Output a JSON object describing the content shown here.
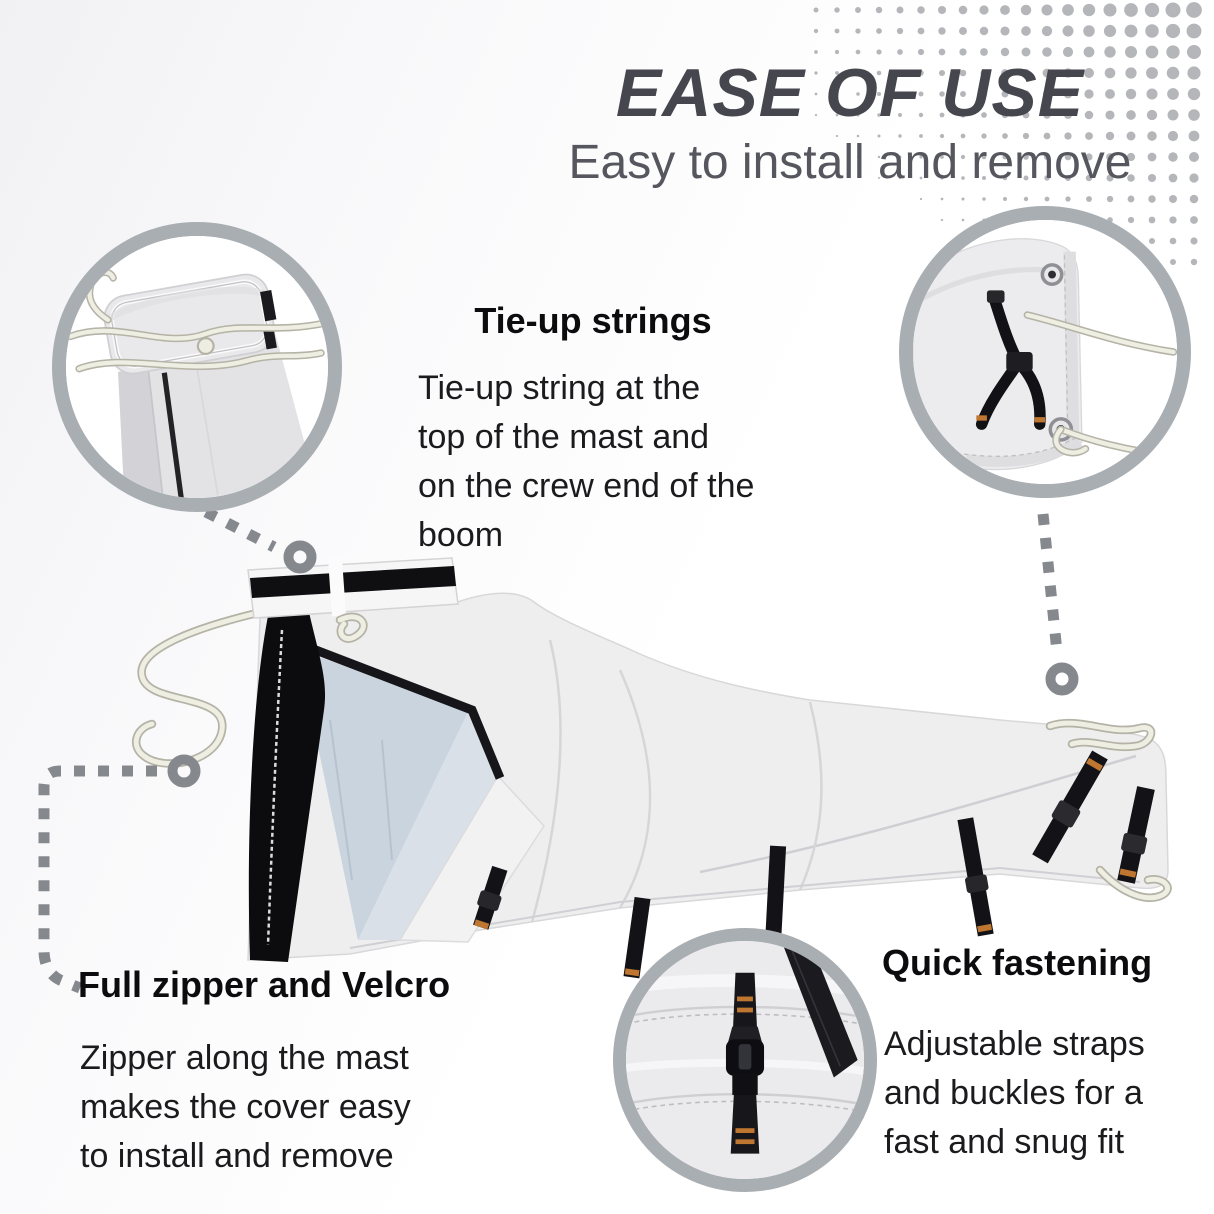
{
  "header": {
    "title": "EASE OF USE",
    "subtitle": "Easy to install and remove"
  },
  "features": [
    {
      "id": "tie-up-strings",
      "heading": "Tie-up strings",
      "body_lines": [
        "Tie-up string at the",
        "top of the mast and",
        "on the crew end of the",
        "boom"
      ]
    },
    {
      "id": "full-zipper-and-velcro",
      "heading": "Full zipper and Velcro",
      "body_lines": [
        "Zipper along the mast",
        "makes the cover easy",
        "to install and remove"
      ]
    },
    {
      "id": "quick-fastening",
      "heading": "Quick fastening",
      "body_lines": [
        "Adjustable straps",
        "and buckles for a",
        "fast and snug fit"
      ]
    }
  ],
  "photos": [
    {
      "name": "mast-top-closeup"
    },
    {
      "name": "boom-end-strap-closeup"
    },
    {
      "name": "buckle-strap-closeup"
    },
    {
      "name": "sail-cover-full-view"
    }
  ],
  "colors": {
    "title": "#46464e",
    "subtitle": "#56565e",
    "heading": "#0c0c0e",
    "body": "#1b1b1e",
    "circle_border": "#a9aeb3",
    "connector_gray": "#85898e",
    "halftone_dot": "#b5b6ba",
    "lining_blue": "#c9d4de",
    "strap_black": "#131317",
    "stitch_orange": "#bf7630"
  }
}
